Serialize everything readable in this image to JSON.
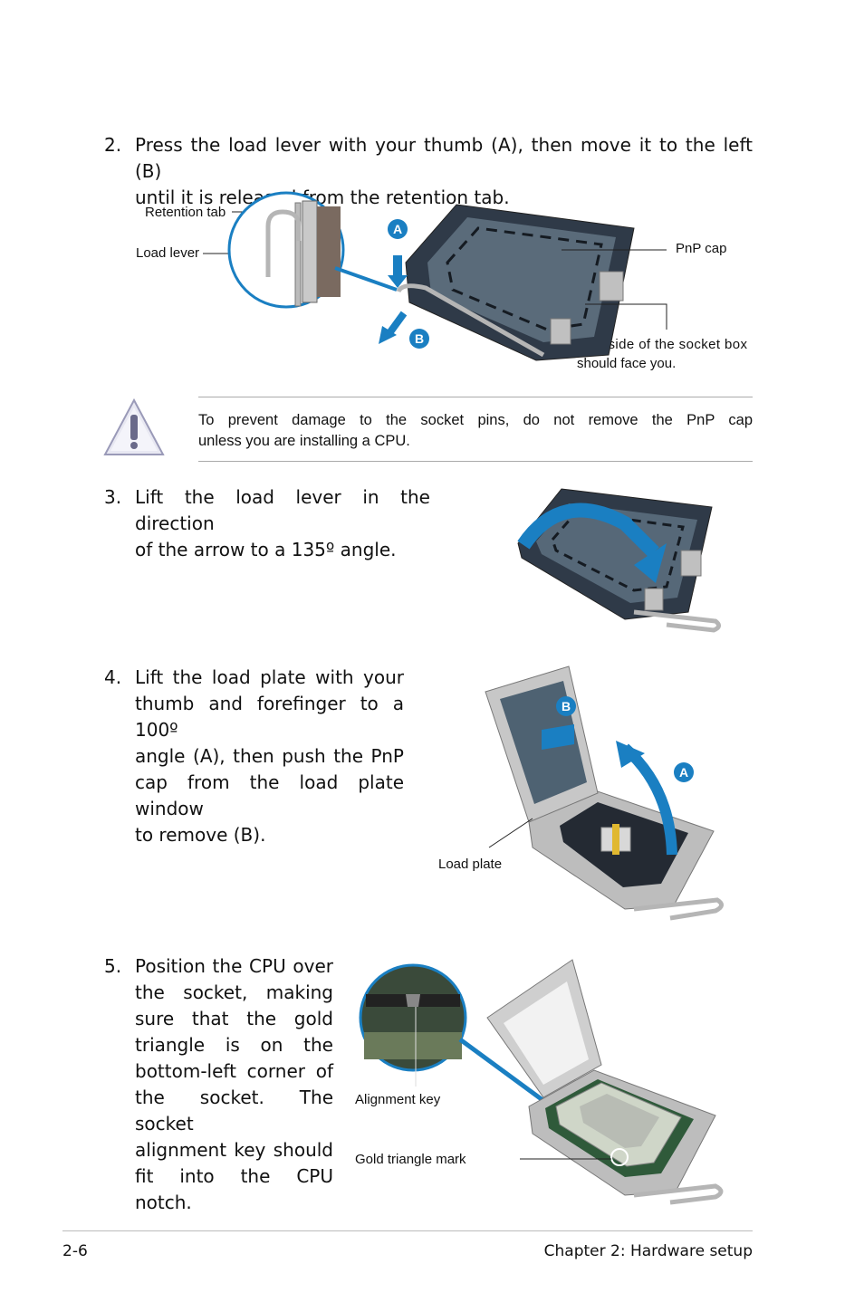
{
  "steps": [
    {
      "number": "2.",
      "lines": [
        "Press the load lever with your thumb (A), then move it to the left (B)",
        "until it is released from the retention tab."
      ]
    },
    {
      "number": "3.",
      "lines": [
        "Lift the load lever in the direction",
        "of the arrow to a 135º angle."
      ]
    },
    {
      "number": "4.",
      "lines": [
        "Lift the load plate with your",
        "thumb and forefinger to a 100º",
        "angle (A), then push the PnP",
        "cap from the load plate window",
        "to remove (B)."
      ]
    },
    {
      "number": "5.",
      "lines": [
        "Position the CPU over",
        "the socket, making",
        "sure that the gold",
        "triangle is on the",
        "bottom-left corner of",
        "the socket. The socket",
        "alignment key should",
        "fit into the CPU notch."
      ]
    }
  ],
  "figure1": {
    "retention_tab": "Retention tab",
    "load_lever": "Load lever",
    "pnp_cap": "PnP cap",
    "socket_side_line1": "This side of the socket box",
    "socket_side_line2": "should face you.",
    "badge_a": "A",
    "badge_b": "B"
  },
  "caution": {
    "icon": "warning-triangle-icon",
    "line1": "To prevent damage to the socket pins, do not remove the PnP cap",
    "line2": "unless you are installing a CPU."
  },
  "figure3": {
    "load_plate": "Load plate",
    "badge_a": "A",
    "badge_b": "B"
  },
  "figure4": {
    "alignment_key": "Alignment key",
    "gold_triangle": "Gold triangle mark"
  },
  "footer": {
    "page_number": "2-6",
    "chapter": "Chapter 2:  Hardware setup"
  },
  "colors": {
    "accent_blue": "#1a7fc2",
    "rule_gray": "#999999"
  }
}
